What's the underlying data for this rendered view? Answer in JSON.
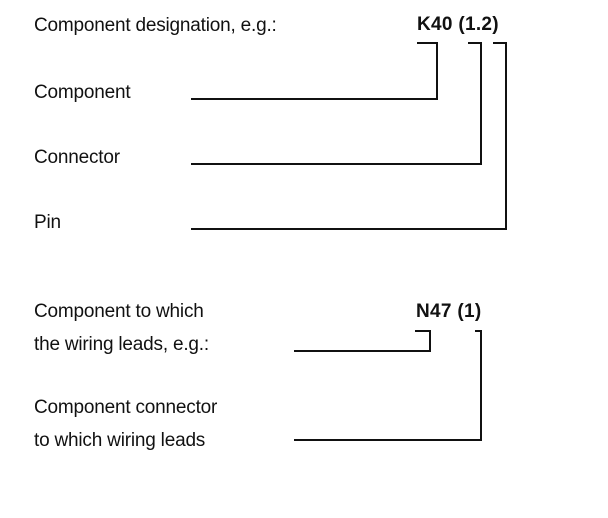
{
  "example1": {
    "heading": "Component designation, e.g.:",
    "code": "K40 (1.2)",
    "labels": {
      "component": "Component",
      "connector": "Connector",
      "pin": "Pin"
    }
  },
  "example2": {
    "heading_line1": "Component to which",
    "heading_line2": "the wiring leads, e.g.:",
    "code": "N47 (1)",
    "connector_line1": "Component connector",
    "connector_line2": "to which wiring leads"
  }
}
